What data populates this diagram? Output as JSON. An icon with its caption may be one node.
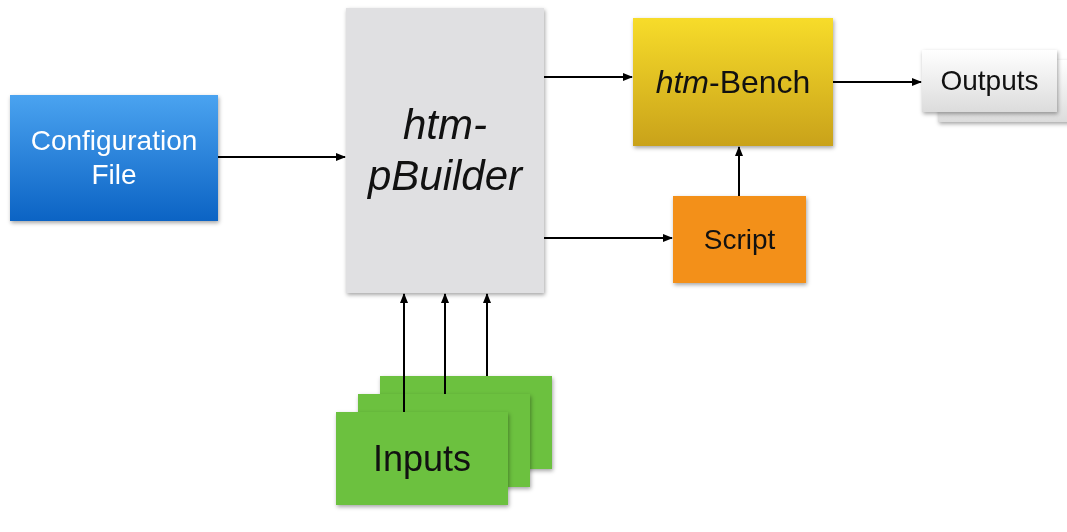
{
  "diagram": {
    "nodes": [
      {
        "text": [
          "Configuration File"
        ]
      },
      {
        "text": [
          "htm-pBuilder"
        ]
      },
      {
        "text": [
          "*htm*-Bench"
        ]
      },
      {
        "text": [
          "Outputs"
        ]
      },
      {
        "text": [
          "Script"
        ]
      },
      {
        "text": [
          "Inputs"
        ]
      }
    ],
    "edges": [
      {
        "from": 0,
        "to": 1,
        "arrow": "to"
      },
      {
        "from": 1,
        "to": 2,
        "arrow": "to"
      },
      {
        "from": 2,
        "to": 3,
        "arrow": "to"
      },
      {
        "from": 1,
        "to": 4,
        "arrow": "to"
      },
      {
        "from": 4,
        "to": 2,
        "arrow": "to"
      },
      {
        "from": 5,
        "to": 1,
        "arrow": "to"
      },
      {
        "from": 5,
        "to": 1,
        "arrow": "to"
      },
      {
        "from": 5,
        "to": 1,
        "arrow": "to"
      }
    ]
  }
}
